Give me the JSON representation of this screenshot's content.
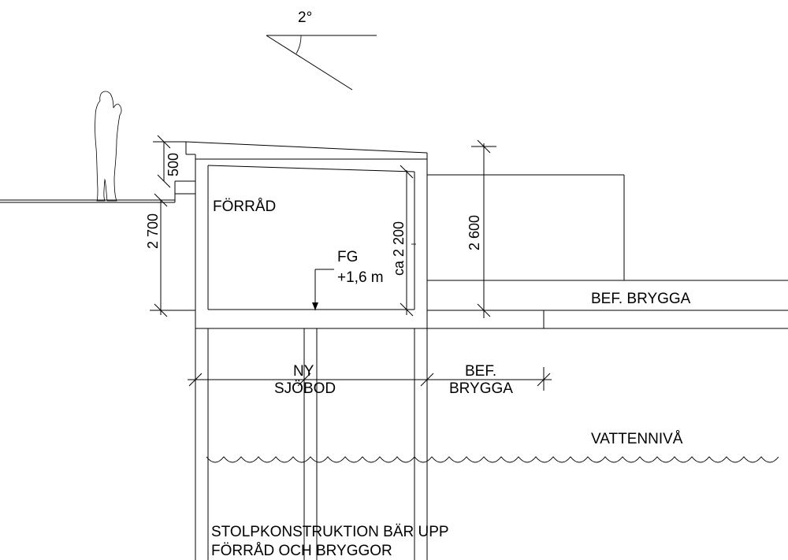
{
  "angle": {
    "label": "2°"
  },
  "dimensions": {
    "parapet": "500",
    "total_height": "2 700",
    "interior_height": "ca 2 200",
    "upper_deck_height": "2 600"
  },
  "labels": {
    "room": "FÖRRÅD",
    "floor_ref_1": "FG",
    "floor_ref_2": "+1,6 m",
    "existing_dock_right": "BEF. BRYGGA",
    "new_boathouse_1": "NY",
    "new_boathouse_2": "SJÖBOD",
    "existing_dock_bottom_1": "BEF.",
    "existing_dock_bottom_2": "BRYGGA",
    "water_level": "VATTENNIVÅ",
    "note_1": "STOLPKONSTRUKTION BÄR UPP",
    "note_2": "FÖRRÅD OCH BRYGGOR"
  }
}
